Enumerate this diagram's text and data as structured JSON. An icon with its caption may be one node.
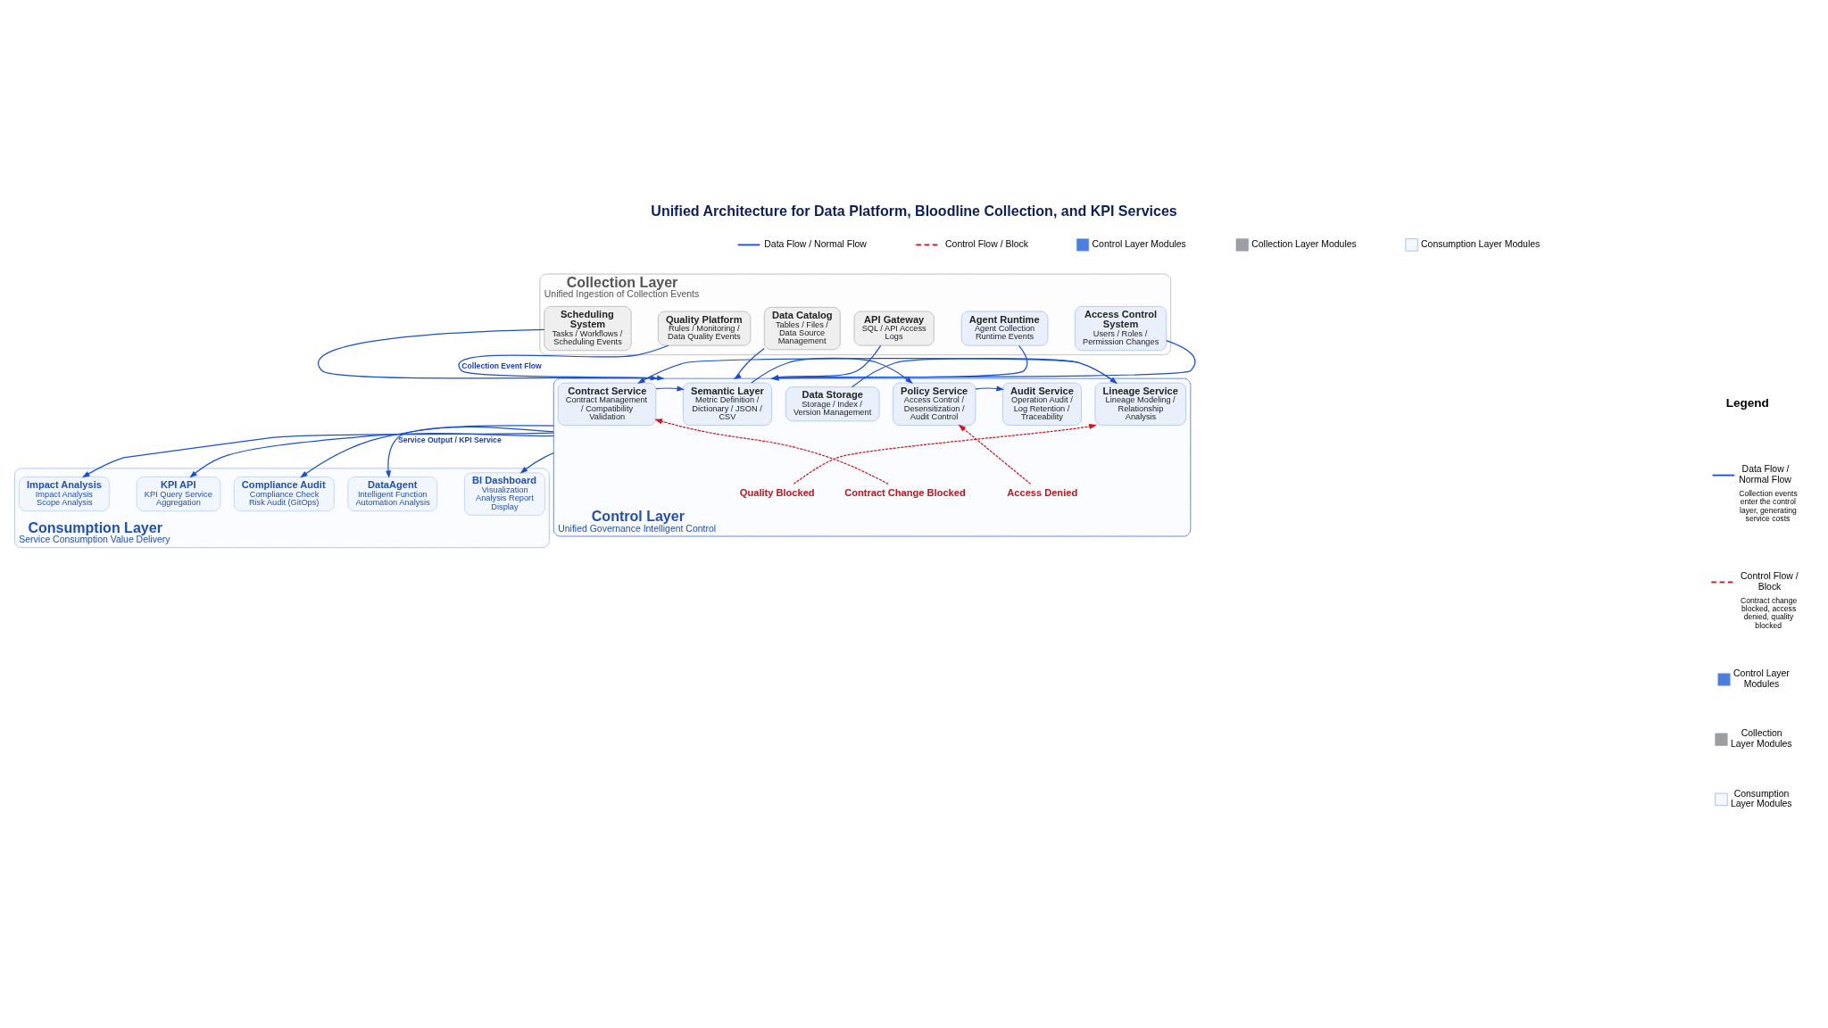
{
  "diagram": {
    "title": "Unified Architecture for Data Platform, Bloodline Collection, and KPI Services",
    "nodes": [
      {
        "text": [
          "Collection Layer",
          "Unified Ingestion of Collection Events"
        ]
      },
      {
        "text": [
          "Data Catalog",
          "Tables / Files / Data Source Management"
        ],
        "in": 0
      },
      {
        "text": [
          "Scheduling System",
          "Tasks / Workflows / Scheduling Events"
        ],
        "in": 0
      },
      {
        "text": [
          "Quality Platform",
          "Rules / Monitoring / Data Quality Events"
        ],
        "in": 0
      },
      {
        "text": [
          "API Gateway",
          "SQL / API Access Logs"
        ],
        "in": 0
      },
      {
        "text": [
          "Agent Runtime",
          "Agent Collection Runtime Events"
        ],
        "in": 0
      },
      {
        "text": [
          "Access Control System",
          "Users / Roles / Permission Changes"
        ],
        "in": 0
      },
      {
        "text": [
          "Control Layer",
          "Unified Governance Intelligent Control"
        ]
      },
      {
        "text": [
          "Data Storage",
          "Storage / Index / Version Management"
        ],
        "in": 7
      },
      {
        "text": [
          "Lineage Service",
          "Lineage Modeling / Relationship Analysis"
        ],
        "in": 7
      },
      {
        "text": [
          "Contract Service",
          "Contract Management / Compatibility Validation"
        ],
        "in": 7
      },
      {
        "text": [
          "Semantic Layer",
          "Metric Definition / Dictionary / JSON / CSV"
        ],
        "in": 7
      },
      {
        "text": [
          "Policy Service",
          "Access Control / Desensitization / Audit Control"
        ],
        "in": 7
      },
      {
        "text": [
          "Audit Service",
          "Operation Audit / Log Retention / Traceability"
        ],
        "in": 7
      },
      {
        "text": [
          "Quality Blocked"
        ],
        "in": 7
      },
      {
        "text": [
          "Contract Change Blocked"
        ],
        "in": 7
      },
      {
        "text": [
          "Access Denied"
        ],
        "in": 7
      },
      {
        "text": [
          "Consumption Layer",
          "Service Consumption Value Delivery"
        ]
      },
      {
        "text": [
          "DataAgent",
          "Intelligent Function Automation Analysis"
        ],
        "in": 17
      },
      {
        "text": [
          "BI Dashboard",
          "Visualization Analysis Report Display"
        ],
        "in": 17
      },
      {
        "text": [
          "KPI API",
          "KPI Query Service Aggregation"
        ],
        "in": 17
      },
      {
        "text": [
          "Impact Analysis",
          "Impact Analysis Scope Analysis"
        ],
        "in": 17
      },
      {
        "text": [
          "Compliance Audit",
          "Compliance Check Risk Audit (GitOps)"
        ],
        "in": 17
      }
    ],
    "edges": [
      {
        "from": 1,
        "to": 7,
        "arrow": "to"
      },
      {
        "from": 2,
        "to": 7,
        "arrow": "to"
      },
      {
        "from": 3,
        "to": 7,
        "arrow": "to",
        "label": "Collection Event Flow"
      },
      {
        "from": 4,
        "to": 7,
        "arrow": "to"
      },
      {
        "from": 5,
        "to": 7,
        "arrow": "to"
      },
      {
        "from": 6,
        "to": 7,
        "arrow": "to"
      },
      {
        "from": 8,
        "to": 9,
        "arrow": "to"
      },
      {
        "from": 9,
        "to": 10,
        "arrow": "to"
      },
      {
        "from": 10,
        "to": 11,
        "arrow": "to"
      },
      {
        "from": 11,
        "to": 12,
        "arrow": "to"
      },
      {
        "from": 12,
        "to": 13,
        "arrow": "to"
      },
      {
        "from": 14,
        "to": 9,
        "arrow": "to",
        "style": "dashed",
        "color": "#d0161b"
      },
      {
        "from": 15,
        "to": 10,
        "arrow": "to",
        "style": "dashed",
        "color": "#d0161b"
      },
      {
        "from": 16,
        "to": 12,
        "arrow": "to",
        "style": "dashed",
        "color": "#d0161b"
      },
      {
        "from": 7,
        "to": 18,
        "arrow": "to",
        "label": "Service Output / KPI Service"
      },
      {
        "from": 7,
        "to": 19,
        "arrow": "to"
      },
      {
        "from": 7,
        "to": 20,
        "arrow": "to"
      },
      {
        "from": 7,
        "to": 21,
        "arrow": "to"
      },
      {
        "from": 7,
        "to": 22,
        "arrow": "to"
      }
    ],
    "labels": [
      "Legend",
      "Collection events enter the control layer, generating service costs",
      "Contract change blocked, access denied, quality blocked"
    ],
    "legend": [
      {
        "text": "Data Flow / Normal Flow"
      },
      {
        "text": "Control Flow / Block"
      },
      {
        "text": "Control Layer Modules",
        "color": "#4a7fe0"
      },
      {
        "text": "Collection Layer Modules",
        "color": "#9e9e9e"
      },
      {
        "text": "Consumption Layer Modules",
        "color": "#f5f8ff"
      },
      {
        "text": "Data Flow / Normal Flow"
      },
      {
        "text": "Control Flow / Block"
      },
      {
        "text": "Control Layer Modules",
        "color": "#4a7fe0"
      },
      {
        "text": "Collection Layer Modules",
        "color": "#9e9e9e"
      },
      {
        "text": "Consumption Layer Modules",
        "color": "#f5f8ff"
      }
    ]
  }
}
